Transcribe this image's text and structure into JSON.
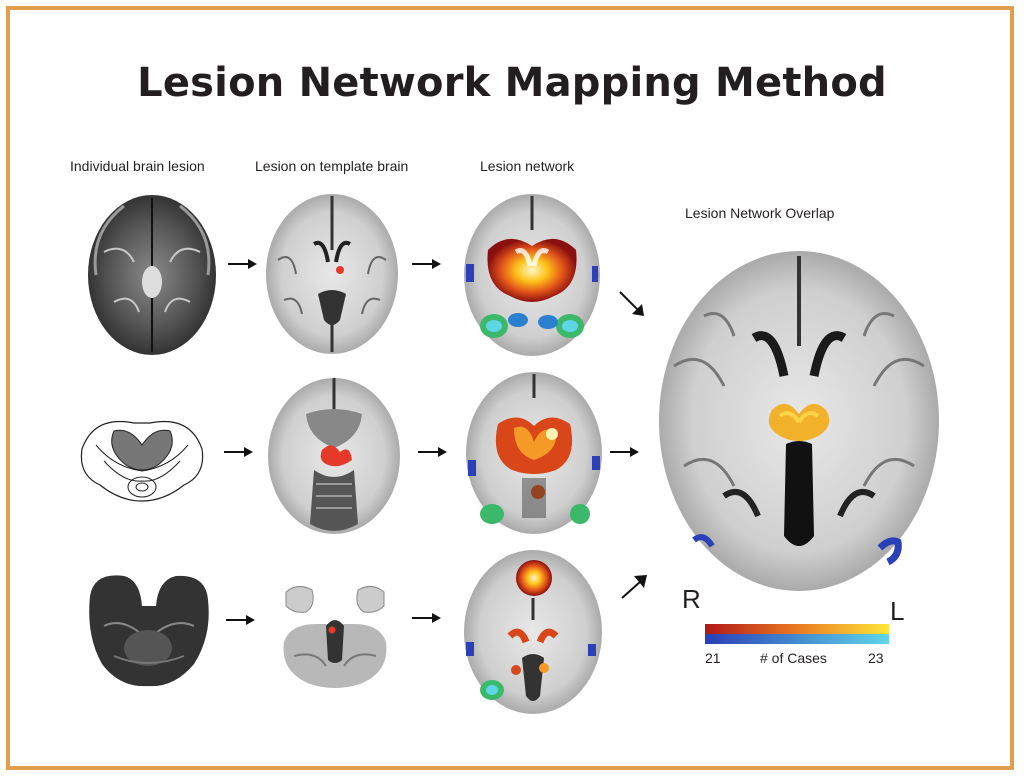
{
  "title": "Lesion Network Mapping Method",
  "columns": {
    "individual": "Individual brain lesion",
    "template": "Lesion on template brain",
    "network": "Lesion network"
  },
  "overlap": {
    "title": "Lesion Network Overlap",
    "right_label": "R",
    "left_label": "L",
    "colorbar": {
      "min_label": "21",
      "max_label": "23",
      "axis_label": "# of Cases"
    }
  },
  "colors": {
    "border": "#e2a04a",
    "hot_low": "#b01818",
    "hot_high": "#ffe63a",
    "cool_low": "#2a3fb8",
    "cool_high": "#5fd6e8",
    "text": "#231f20"
  }
}
